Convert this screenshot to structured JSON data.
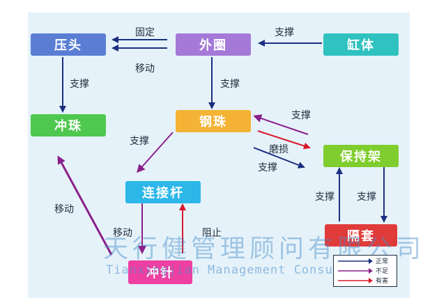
{
  "nodes": {
    "yatou": "压头",
    "waiquan": "外圈",
    "gangti": "缸体",
    "chongzhu": "冲珠",
    "gangzhu": "钢珠",
    "baochijia": "保持架",
    "lianjiegan": "连接杆",
    "getao": "隔套",
    "chongzhen": "冲针"
  },
  "labels": {
    "guding": "固定",
    "yidong_top": "移动",
    "zhicheng_gangti": "支撑",
    "zhicheng_yatou": "支撑",
    "zhicheng_waiquan": "支撑",
    "zhicheng_gangzhu_left": "支撑",
    "zhicheng_baochijia_in": "支撑",
    "mosun": "磨损",
    "zhicheng_gangzhu_right": "支撑",
    "zhicheng_getao_up": "支撑",
    "zhicheng_getao_down": "支撑",
    "yidong_left": "移动",
    "yidong_mid": "移动",
    "zuzhi": "阻止"
  },
  "legend": {
    "normal": "正常",
    "insufficient": "不足",
    "harmful": "有害"
  },
  "watermark": {
    "cn": "天行健管理顾问有限公司",
    "en": "Tianxingjian Management Consulting"
  },
  "colors": {
    "panel": "#e6f2fa",
    "normal": "#1b2f80",
    "insufficient": "#8a1f8a",
    "harmful": "#d8182a"
  }
}
